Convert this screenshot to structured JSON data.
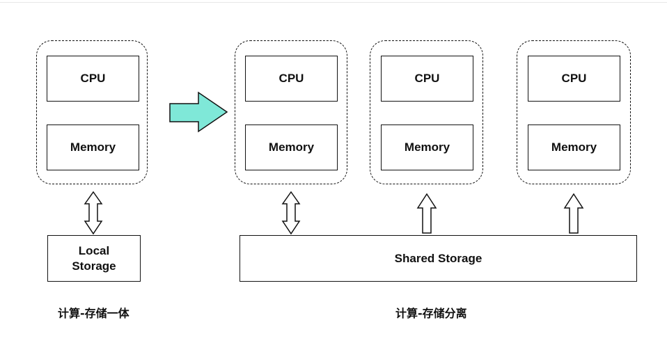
{
  "cpu_label": "CPU",
  "memory_label": "Memory",
  "local_storage": {
    "line1": "Local",
    "line2": "Storage"
  },
  "shared_storage": "Shared Storage",
  "captions": {
    "left": "计算-存储一体",
    "right": "计算-存储分离"
  },
  "colors": {
    "transition_arrow_fill": "#7fe8d8",
    "outline": "#111111"
  }
}
